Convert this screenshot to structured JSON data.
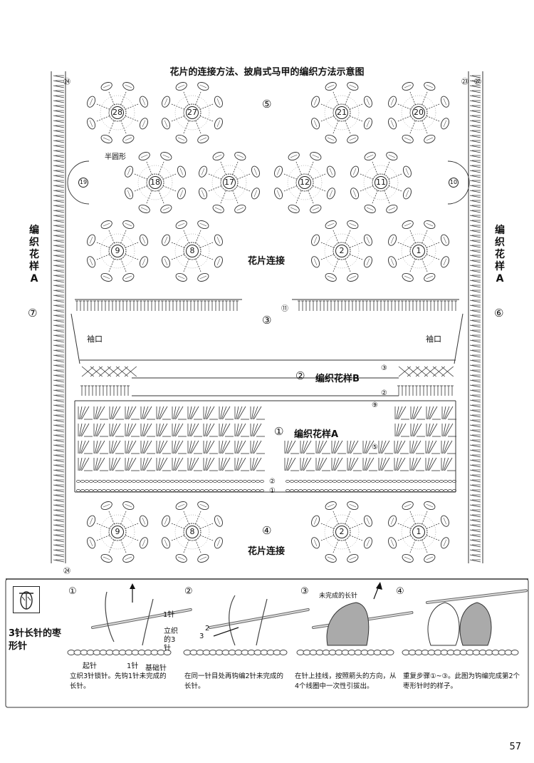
{
  "title": "花片的连接方法、披肩式马甲的编织方法示意图",
  "left_side_label": "编织花样A",
  "right_side_label": "编织花样A",
  "side_numbers": {
    "left": "⑦",
    "right": "⑥"
  },
  "section_numbers": {
    "top": "⑤",
    "middle": "③",
    "bottom": "④"
  },
  "motif_join_label": "花片连接",
  "half_circle_label": "半圆形",
  "sleeve_label": "袖口",
  "pattern_b_label": "编织花样B",
  "pattern_a_label": "编织花样A",
  "pattern_b_num": "②",
  "pattern_a_num": "①",
  "motifs": {
    "top_row": [
      "28",
      "27",
      "21",
      "20"
    ],
    "second_row": [
      "18",
      "17",
      "12",
      "11"
    ],
    "half_circles": [
      "19",
      "10"
    ],
    "third_row": [
      "9",
      "8",
      "2",
      "1"
    ],
    "bottom_row": [
      "9",
      "8",
      "2",
      "1"
    ]
  },
  "small_markers": {
    "top_left": "㉔",
    "top_right_a": "㉓",
    "top_right_b": "㉗",
    "bottom_left": "㉔",
    "mid": "⑪"
  },
  "row_markers": [
    "③",
    "②",
    "⑨",
    "⑤",
    "②",
    "①"
  ],
  "stitch_title": "3针长针的枣形针",
  "stitch_icon": "bobble-stitch-symbol-icon",
  "steps": [
    {
      "num": "①",
      "caption": "立织3针锁针。先钩1针未完成的长针。",
      "notes": [
        "1针",
        "立织的3针"
      ],
      "bottom_notes": [
        "起针",
        "1针",
        "基础针"
      ]
    },
    {
      "num": "②",
      "caption": "在同一针目处再钩编2针未完成的长针。",
      "notes": [
        "2",
        "3"
      ],
      "bottom_notes": []
    },
    {
      "num": "③",
      "caption": "在针上挂线，按照箭头的方向，从4个线圈中一次性引拔出。",
      "notes": [
        "未完成的长针"
      ],
      "bottom_notes": []
    },
    {
      "num": "④",
      "caption": "重复步骤①~③。此图为钩编完成第2个枣形针时的样子。",
      "notes": [],
      "bottom_notes": []
    }
  ],
  "page_number": "57"
}
